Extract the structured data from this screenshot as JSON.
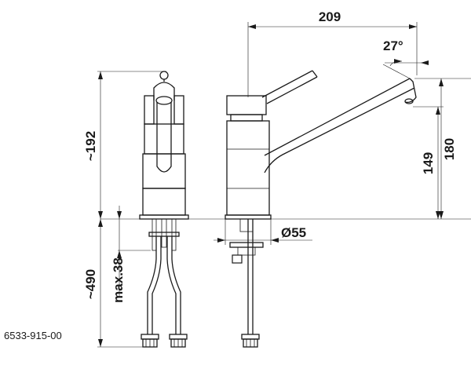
{
  "dimensions": {
    "width_209": "209",
    "angle_27": "27°",
    "height_180": "180",
    "height_149": "149",
    "height_192": "~192",
    "diameter_55": "Ø55",
    "length_490": "~490",
    "max_38": "max.38"
  },
  "part_number": "6533-915-00",
  "colors": {
    "line": "#1a1a1a",
    "background": "#ffffff"
  }
}
